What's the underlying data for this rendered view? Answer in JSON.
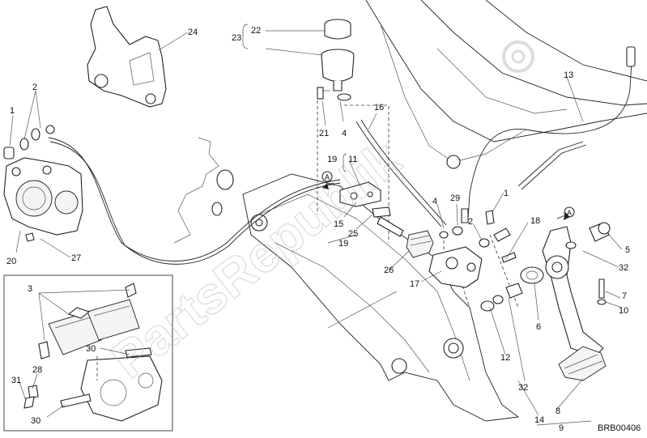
{
  "diagram": {
    "code": "BRB00406",
    "watermark": "PartsRepublik",
    "colors": {
      "line": "#222222",
      "watermark": "#bdbdbd",
      "background": "#ffffff"
    },
    "callouts": [
      {
        "id": "c1a",
        "text": "1"
      },
      {
        "id": "c2a",
        "text": "2"
      },
      {
        "id": "c20",
        "text": "20"
      },
      {
        "id": "c27",
        "text": "27"
      },
      {
        "id": "c24",
        "text": "24"
      },
      {
        "id": "c22",
        "text": "22"
      },
      {
        "id": "c23",
        "text": "23"
      },
      {
        "id": "c21",
        "text": "21"
      },
      {
        "id": "c4a",
        "text": "4"
      },
      {
        "id": "c16",
        "text": "16"
      },
      {
        "id": "c13",
        "text": "13"
      },
      {
        "id": "c19a",
        "text": "19"
      },
      {
        "id": "c11",
        "text": "11"
      },
      {
        "id": "cA1",
        "text": "A"
      },
      {
        "id": "c15",
        "text": "15"
      },
      {
        "id": "c25",
        "text": "25"
      },
      {
        "id": "c19b",
        "text": "19"
      },
      {
        "id": "c26",
        "text": "26"
      },
      {
        "id": "c17",
        "text": "17"
      },
      {
        "id": "c4b",
        "text": "4"
      },
      {
        "id": "c29",
        "text": "29"
      },
      {
        "id": "c2b",
        "text": "2"
      },
      {
        "id": "c1b",
        "text": "1"
      },
      {
        "id": "c18",
        "text": "18"
      },
      {
        "id": "cA2",
        "text": "A"
      },
      {
        "id": "c5",
        "text": "5"
      },
      {
        "id": "c32a",
        "text": "32"
      },
      {
        "id": "c7",
        "text": "7"
      },
      {
        "id": "c10",
        "text": "10"
      },
      {
        "id": "c6",
        "text": "6"
      },
      {
        "id": "c12",
        "text": "12"
      },
      {
        "id": "c32b",
        "text": "32"
      },
      {
        "id": "c8",
        "text": "8"
      },
      {
        "id": "c14",
        "text": "14"
      },
      {
        "id": "c9",
        "text": "9"
      },
      {
        "id": "c3",
        "text": "3"
      },
      {
        "id": "c30a",
        "text": "30"
      },
      {
        "id": "c28",
        "text": "28"
      },
      {
        "id": "c31",
        "text": "31"
      },
      {
        "id": "c30b",
        "text": "30"
      }
    ]
  }
}
